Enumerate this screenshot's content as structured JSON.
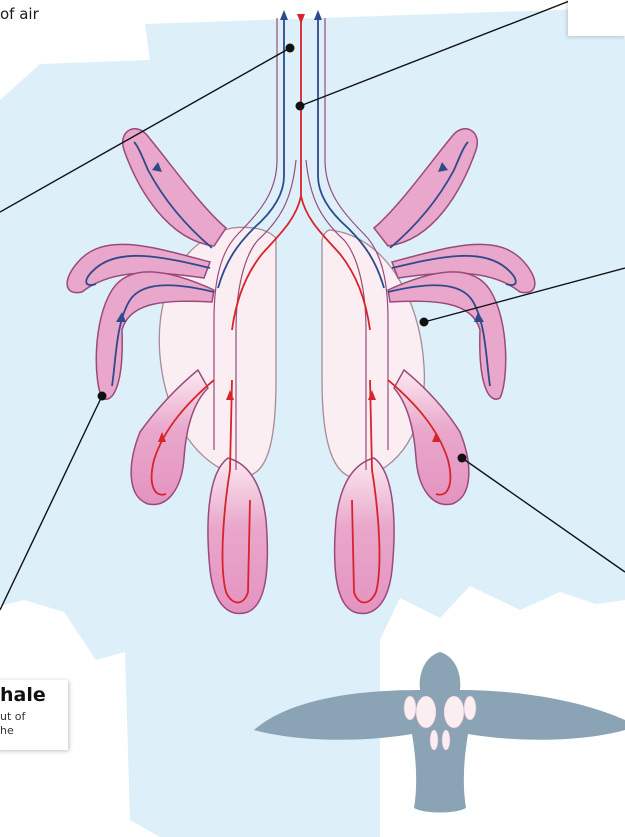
{
  "text": {
    "top_left_fragment": "of air",
    "exhale_title": "hale",
    "exhale_line1": "ut of",
    "exhale_line2": "he"
  },
  "colors": {
    "body_fill": "#ddf0fa",
    "air_sac_fill": "#e9a7cb",
    "air_sac_stroke": "#9a4a7a",
    "lung_fill": "#fbeef2",
    "lung_stroke": "#a88a94",
    "flow_blue": "#2e4a8c",
    "flow_red": "#d8232a",
    "bird_silhouette": "#8aa4b6",
    "leader_line": "#111111"
  },
  "icons": {
    "flow_arrow": "arrowhead",
    "callout_marker": "black-dot",
    "thumbnail": "bird-silhouette"
  }
}
